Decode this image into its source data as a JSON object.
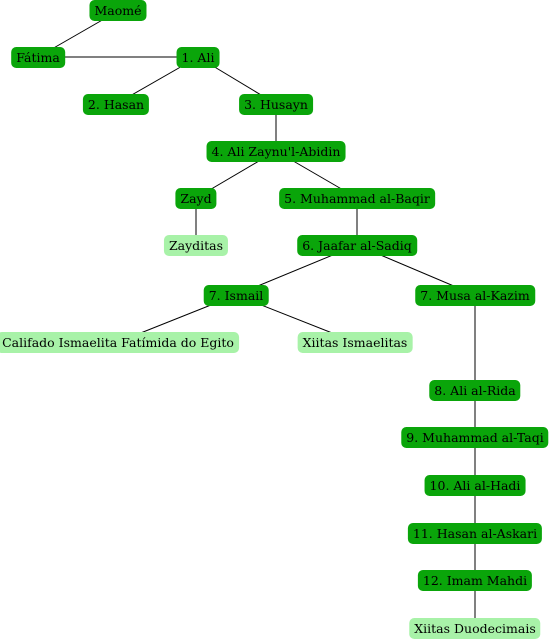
{
  "colors": {
    "dark": "#0aa50a",
    "light": "#a8f2a8",
    "edge": "#000000"
  },
  "nodes": {
    "maome": "Maomé",
    "fatima": "Fátima",
    "ali": "1. Ali",
    "hasan": "2. Hasan",
    "husayn": "3. Husayn",
    "zaynulabidin": "4. Ali Zaynu'l-Abidin",
    "zayd": "Zayd",
    "baqir": "5. Muhammad al-Baqir",
    "zayditas": "Zayditas",
    "sadiq": "6. Jaafar al-Sadiq",
    "ismail": "7. Ismail",
    "kazim": "7. Musa al-Kazim",
    "califado": "Califado Ismaelita Fatímida do Egito",
    "ismaelitas": "Xiitas Ismaelitas",
    "rida": "8. Ali al-Rida",
    "taqi": "9. Muhammad al-Taqi",
    "hadi": "10. Ali al-Hadi",
    "askari": "11. Hasan al-Askari",
    "mahdi": "12. Imam Mahdi",
    "duodecimais": "Xiitas Duodecimais"
  }
}
